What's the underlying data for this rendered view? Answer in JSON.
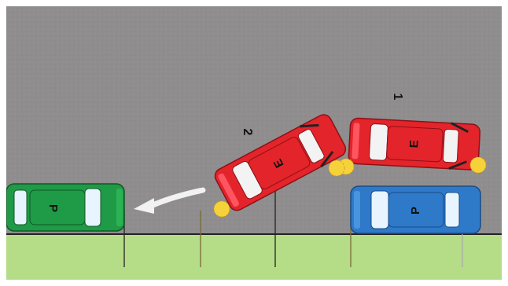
{
  "diagram": {
    "colors": {
      "road": "#8f8d8d",
      "verge": "#b5dc86",
      "kerb": "#222222",
      "frame": "#ffffff",
      "car_p_green": "#1f9a46",
      "car_p_blue": "#2f79c9",
      "car_e_red": "#e3242b",
      "indicator": "#f6d23a",
      "arrow": "#f2f2f2"
    },
    "cars": [
      {
        "id": "parked-green",
        "label": "P",
        "color": "car_p_green"
      },
      {
        "id": "parked-blue",
        "label": "P",
        "color": "car_p_blue"
      },
      {
        "id": "exiting-pos1",
        "label": "E",
        "color": "car_e_red",
        "step": "1"
      },
      {
        "id": "exiting-pos2",
        "label": "E",
        "color": "car_e_red",
        "step": "2"
      }
    ],
    "arrow": {
      "icon": "curved-arrow-left-icon"
    }
  }
}
